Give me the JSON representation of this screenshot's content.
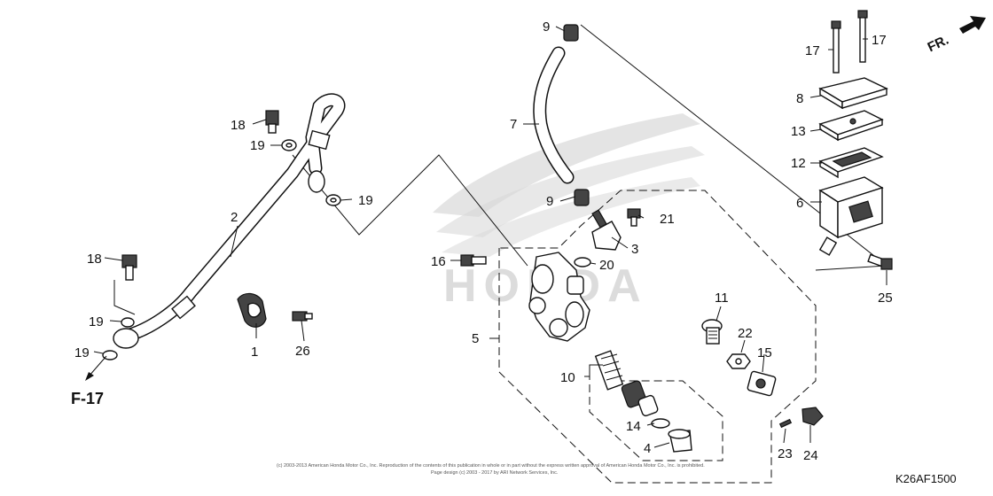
{
  "diagram": {
    "callouts": [
      {
        "id": "c1",
        "text": "1"
      },
      {
        "id": "c2",
        "text": "2"
      },
      {
        "id": "c3",
        "text": "3"
      },
      {
        "id": "c4",
        "text": "4"
      },
      {
        "id": "c5",
        "text": "5"
      },
      {
        "id": "c6",
        "text": "6"
      },
      {
        "id": "c7",
        "text": "7"
      },
      {
        "id": "c8",
        "text": "8"
      },
      {
        "id": "c9a",
        "text": "9"
      },
      {
        "id": "c9b",
        "text": "9"
      },
      {
        "id": "c10",
        "text": "10"
      },
      {
        "id": "c11",
        "text": "11"
      },
      {
        "id": "c12",
        "text": "12"
      },
      {
        "id": "c13",
        "text": "13"
      },
      {
        "id": "c14",
        "text": "14"
      },
      {
        "id": "c15",
        "text": "15"
      },
      {
        "id": "c16",
        "text": "16"
      },
      {
        "id": "c17a",
        "text": "17"
      },
      {
        "id": "c17b",
        "text": "17"
      },
      {
        "id": "c18a",
        "text": "18"
      },
      {
        "id": "c18b",
        "text": "18"
      },
      {
        "id": "c19a",
        "text": "19"
      },
      {
        "id": "c19b",
        "text": "19"
      },
      {
        "id": "c19c",
        "text": "19"
      },
      {
        "id": "c19d",
        "text": "19"
      },
      {
        "id": "c20",
        "text": "20"
      },
      {
        "id": "c21",
        "text": "21"
      },
      {
        "id": "c22",
        "text": "22"
      },
      {
        "id": "c23",
        "text": "23"
      },
      {
        "id": "c24",
        "text": "24"
      },
      {
        "id": "c25",
        "text": "25"
      },
      {
        "id": "c26",
        "text": "26"
      }
    ],
    "page_ref": "F-17",
    "front_label": "FR.",
    "diagram_code": "K26AF1500",
    "copyright_line1": "(c) 2003-2013 American Honda Motor Co., Inc. Reproduction of the contents of this publication in whole or in part without the express written approval of American Honda Motor Co., Inc. is prohibited.",
    "copyright_line2": "Page design (c) 2003 - 2017 by ARI Network Services, Inc.",
    "watermark_text": "HONDA"
  }
}
